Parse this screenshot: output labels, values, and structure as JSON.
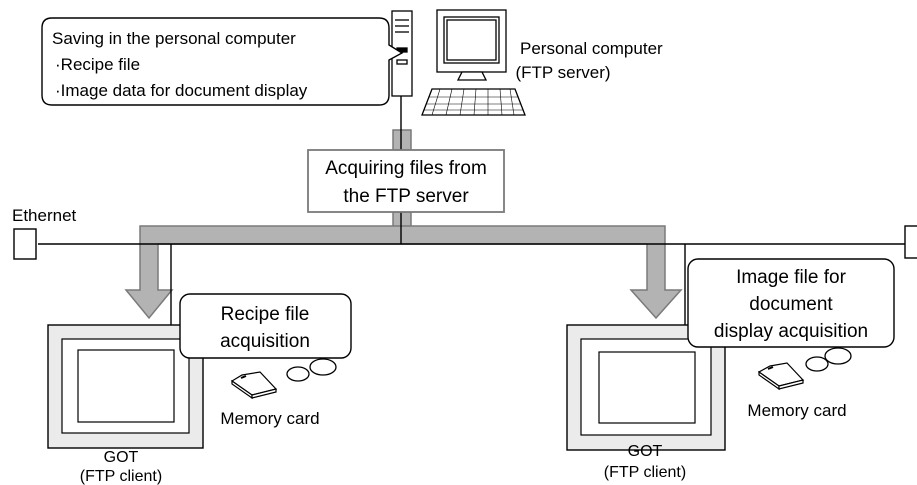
{
  "pc_note": {
    "line1": "Saving in the personal computer",
    "line2": "·Recipe file",
    "line3": "·Image data for document display"
  },
  "pc": {
    "line1": "Personal computer",
    "line2": "(FTP server)"
  },
  "acquire": {
    "line1": "Acquiring files from",
    "line2": "the FTP server"
  },
  "network_label": "Ethernet",
  "left": {
    "callout_line1": "Recipe file",
    "callout_line2": "acquisition",
    "card_label": "Memory card",
    "got_line1": "GOT",
    "got_line2": "(FTP client)"
  },
  "right": {
    "callout_line1": "Image file for",
    "callout_line2": "document",
    "callout_line3": "display acquisition",
    "card_label": "Memory card",
    "got_line1": "GOT",
    "got_line2": "(FTP client)"
  },
  "colors": {
    "arrow_fill": "#b3b3b3",
    "arrow_stroke": "#7a7a7a",
    "line": "#000000"
  }
}
